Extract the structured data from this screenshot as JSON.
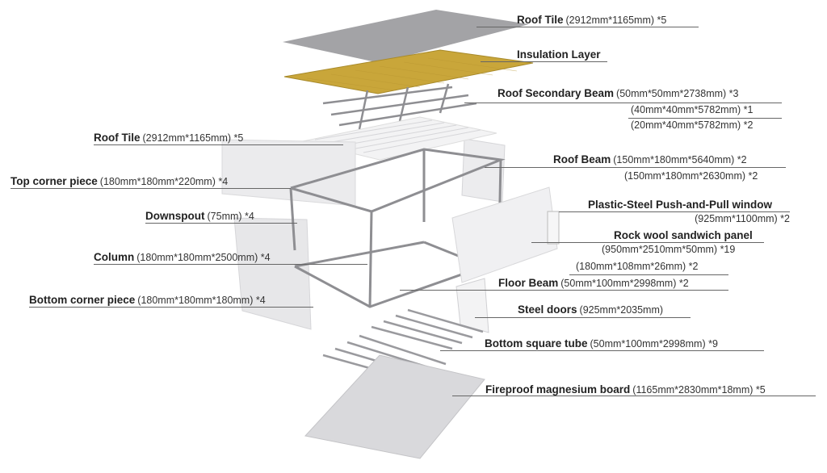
{
  "title": "Container house exploded view",
  "colors": {
    "roof_tile": "#9a9a9c",
    "insulation": "#c9a63a",
    "frame": "#8e8e92",
    "panel": "#e9e9eb",
    "line": "#666666"
  },
  "labels": {
    "roof_tile_top": {
      "name": "Roof Tile",
      "dims": "(2912mm*1165mm) *5"
    },
    "insulation": {
      "name": "Insulation Layer"
    },
    "roof_secondary_beam": {
      "name": "Roof Secondary Beam",
      "dims": "(50mm*50mm*2738mm) *3",
      "dims2": "(40mm*40mm*5782mm) *1",
      "dims3": "(20mm*40mm*5782mm) *2"
    },
    "roof_beam": {
      "name": "Roof Beam",
      "dims": "(150mm*180mm*5640mm) *2",
      "dims2": "(150mm*180mm*2630mm) *2"
    },
    "window": {
      "name": "Plastic-Steel Push-and-Pull window",
      "dims": "(925mm*1100mm) *2"
    },
    "rock_wool": {
      "name": "Rock wool sandwich panel",
      "dims": "(950mm*2510mm*50mm) *19"
    },
    "floor_beam": {
      "name": "Floor Beam",
      "dims0": "(180mm*108mm*26mm) *2",
      "dims": "(50mm*100mm*2998mm) *2"
    },
    "steel_doors": {
      "name": "Steel doors",
      "dims": "(925mm*2035mm)"
    },
    "bottom_tube": {
      "name": "Bottom square tube",
      "dims": "(50mm*100mm*2998mm) *9"
    },
    "fireproof": {
      "name": "Fireproof magnesium board",
      "dims": "(1165mm*2830mm*18mm) *5"
    },
    "roof_tile_left": {
      "name": "Roof Tile",
      "dims": "(2912mm*1165mm) *5"
    },
    "top_corner": {
      "name": "Top corner piece",
      "dims": "(180mm*180mm*220mm) *4"
    },
    "downspout": {
      "name": "Downspout",
      "dims": "(75mm) *4"
    },
    "column": {
      "name": "Column",
      "dims": "(180mm*180mm*2500mm) *4"
    },
    "bottom_corner": {
      "name": "Bottom corner piece",
      "dims": "(180mm*180mm*180mm) *4"
    }
  }
}
